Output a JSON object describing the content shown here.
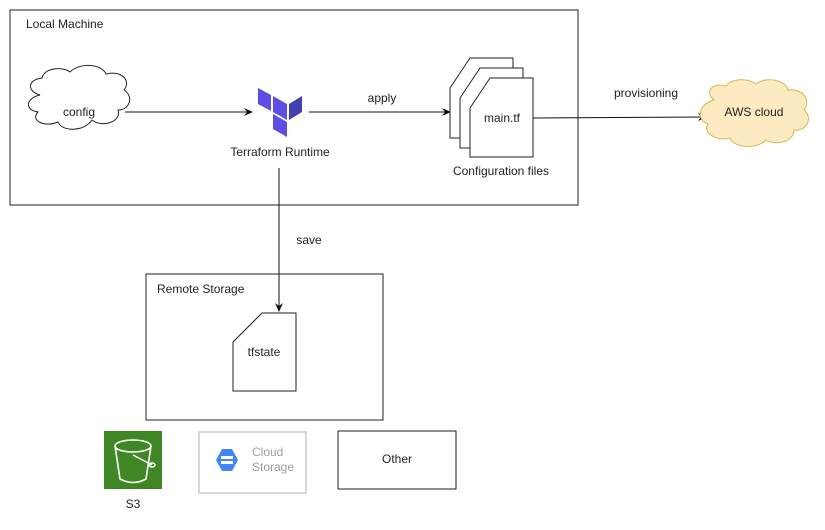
{
  "containers": {
    "local_machine": "Local Machine",
    "remote_storage": "Remote Storage"
  },
  "nodes": {
    "config": "config",
    "terraform_runtime": "Terraform Runtime",
    "main_tf": "main.tf",
    "configuration_files": "Configuration files",
    "aws_cloud": "AWS cloud",
    "tfstate": "tfstate",
    "s3": "S3",
    "cloud_storage_line1": "Cloud",
    "cloud_storage_line2": "Storage",
    "other": "Other"
  },
  "edges": {
    "apply": "apply",
    "provisioning": "provisioning",
    "save": "save"
  },
  "colors": {
    "terraform_purple": "#5c4ee5",
    "terraform_dark": "#4040b2",
    "aws_cloud_fill": "#fdeac0",
    "s3_green": "#3f8624",
    "gcs_blue": "#4285f4"
  }
}
